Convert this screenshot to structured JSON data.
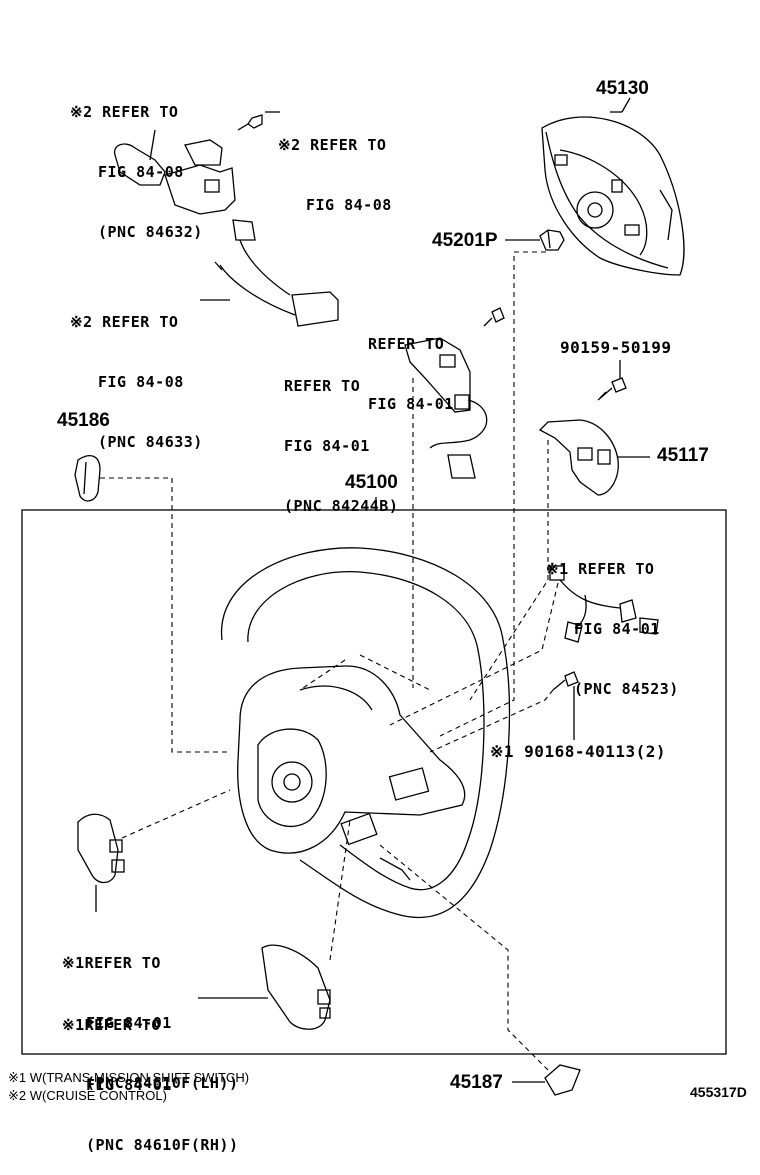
{
  "parts": {
    "p45130": "45130",
    "p45201p": "45201P",
    "p90159": "90159-50199",
    "p45117": "45117",
    "p45186": "45186",
    "p45100": "45100",
    "p90168": "※1 90168-40113(2)",
    "p45187": "45187"
  },
  "refs": {
    "combo_switch": [
      "※2 REFER TO",
      "FIG 84-08",
      "(PNC 84632)"
    ],
    "combo_screw": [
      "※2 REFER TO",
      "FIG 84-08"
    ],
    "combo_wire": [
      "※2 REFER TO",
      "FIG 84-08",
      "(PNC 84633)"
    ],
    "screw_8401": [
      "REFER TO",
      "FIG 84-01"
    ],
    "cruise_switch": [
      "REFER TO",
      "FIG 84-01",
      "(PNC 84244B)"
    ],
    "shift_wire": [
      "※1 REFER TO",
      "FIG 84-01",
      "(PNC 84523)"
    ],
    "shift_lh": [
      "※1REFER TO",
      "FIG 84-01",
      "(PNC 84610F(LH))"
    ],
    "shift_rh": [
      "※1REFER TO",
      "FIG 84-01",
      "(PNC 84610F(RH))"
    ]
  },
  "notes": [
    "※1 W(TRANS MISSION SHIFT SWITCH)",
    "※2 W(CRUISE CONTROL)"
  ],
  "figure_id": "455317D"
}
